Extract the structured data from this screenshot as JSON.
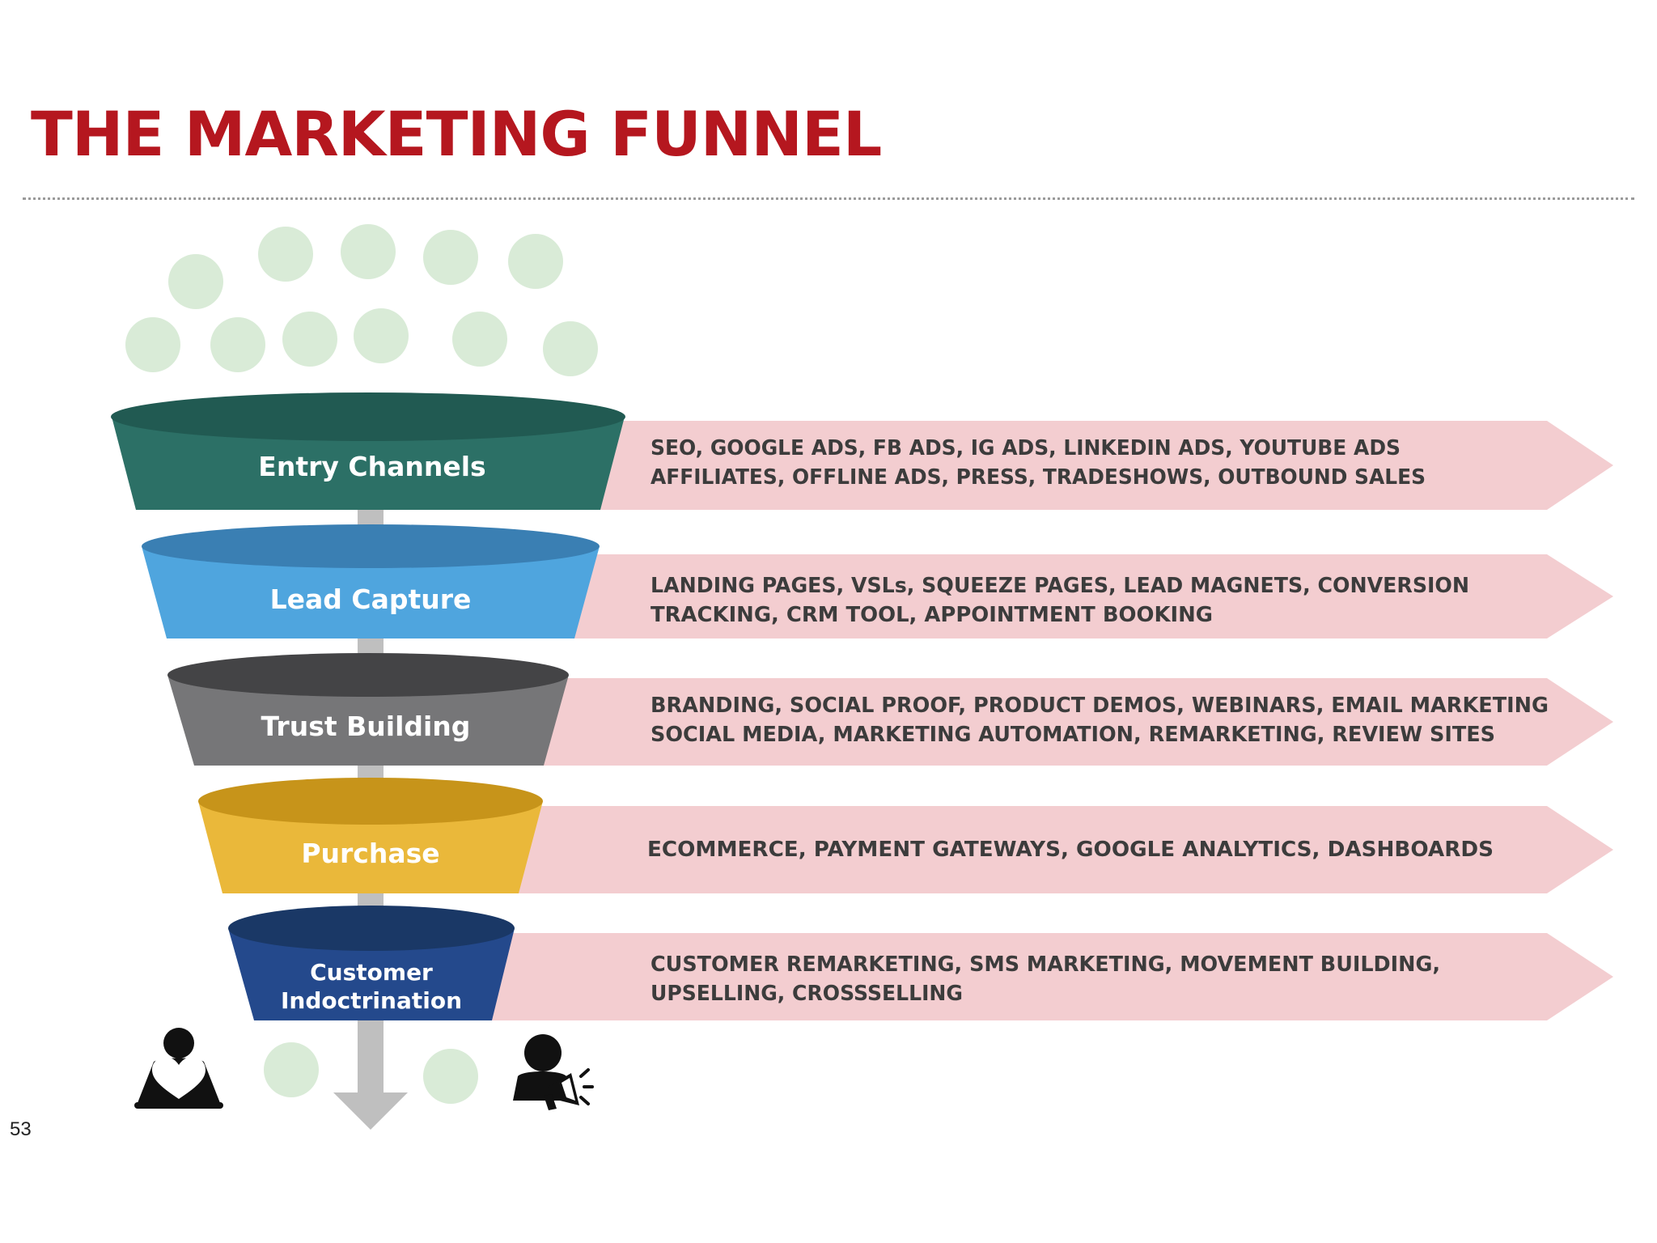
{
  "title": "THE MARKETING FUNNEL",
  "page_number": "53",
  "stages": [
    {
      "name": "Entry Channels",
      "color_rim": "#215a52",
      "color_body": "#2c7066",
      "tools": [
        "SEO, GOOGLE ADS, FB ADS, IG ADS, LINKEDIN ADS, YOUTUBE ADS",
        "AFFILIATES, OFFLINE ADS, PRESS, TRADESHOWS, OUTBOUND SALES"
      ]
    },
    {
      "name": "Lead Capture",
      "color_rim": "#3a7fb3",
      "color_body": "#4fa5de",
      "tools": [
        "LANDING PAGES, VSLs, SQUEEZE PAGES, LEAD MAGNETS, CONVERSION",
        "TRACKING, CRM TOOL, APPOINTMENT BOOKING"
      ]
    },
    {
      "name": "Trust Building",
      "color_rim": "#444446",
      "color_body": "#767678",
      "tools": [
        "BRANDING, SOCIAL PROOF, PRODUCT DEMOS, WEBINARS, EMAIL MARKETING",
        "SOCIAL MEDIA, MARKETING AUTOMATION, REMARKETING, REVIEW SITES"
      ]
    },
    {
      "name": "Purchase",
      "color_rim": "#c7941a",
      "color_body": "#eab83a",
      "tools": [
        "ECOMMERCE, PAYMENT GATEWAYS, GOOGLE ANALYTICS, DASHBOARDS"
      ]
    },
    {
      "name_lines": [
        "Customer",
        "Indoctrination"
      ],
      "color_rim": "#1a3866",
      "color_body": "#24498c",
      "tools": [
        "CUSTOMER REMARKETING, SMS MARKETING, MOVEMENT BUILDING,",
        "UPSELLING, CROSSSELLING"
      ]
    }
  ],
  "colors": {
    "title": "#b5171f",
    "arrow_band": "#f3cdd0",
    "lead_dots": "#d9ebd7",
    "stem": "#bfbfbf",
    "tool_text": "#3c3c3c"
  },
  "icons": [
    "customer-love-icon",
    "promoter-megaphone-icon"
  ]
}
